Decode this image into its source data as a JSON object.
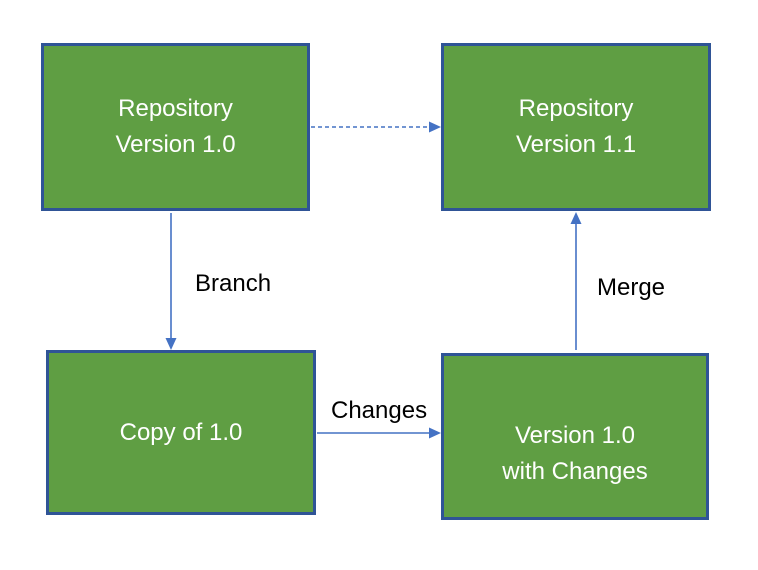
{
  "diagram": {
    "description": "Version control branch and merge flow",
    "colors": {
      "node_fill": "#5f9e43",
      "node_border": "#2f5496",
      "node_text": "#ffffff",
      "arrow": "#4472c4",
      "edge_label_text": "#000000",
      "background": "#ffffff"
    },
    "nodes": [
      {
        "id": "repository-version-1-0",
        "lines": [
          "Repository",
          "Version 1.0"
        ]
      },
      {
        "id": "repository-version-1-1",
        "lines": [
          "Repository",
          "Version 1.1"
        ]
      },
      {
        "id": "copy-of-1-0",
        "lines": [
          "Copy of 1.0"
        ]
      },
      {
        "id": "version-1-0-with-changes",
        "lines": [
          "Version 1.0",
          "with Changes"
        ]
      }
    ],
    "edges": [
      {
        "from": "repository-version-1-0",
        "to": "repository-version-1-1",
        "style": "dashed",
        "direction": "right",
        "label": ""
      },
      {
        "from": "repository-version-1-0",
        "to": "copy-of-1-0",
        "style": "solid",
        "direction": "down",
        "label": "Branch"
      },
      {
        "from": "copy-of-1-0",
        "to": "version-1-0-with-changes",
        "style": "solid",
        "direction": "right",
        "label": "Changes"
      },
      {
        "from": "version-1-0-with-changes",
        "to": "repository-version-1-1",
        "style": "solid",
        "direction": "up",
        "label": "Merge"
      }
    ]
  }
}
